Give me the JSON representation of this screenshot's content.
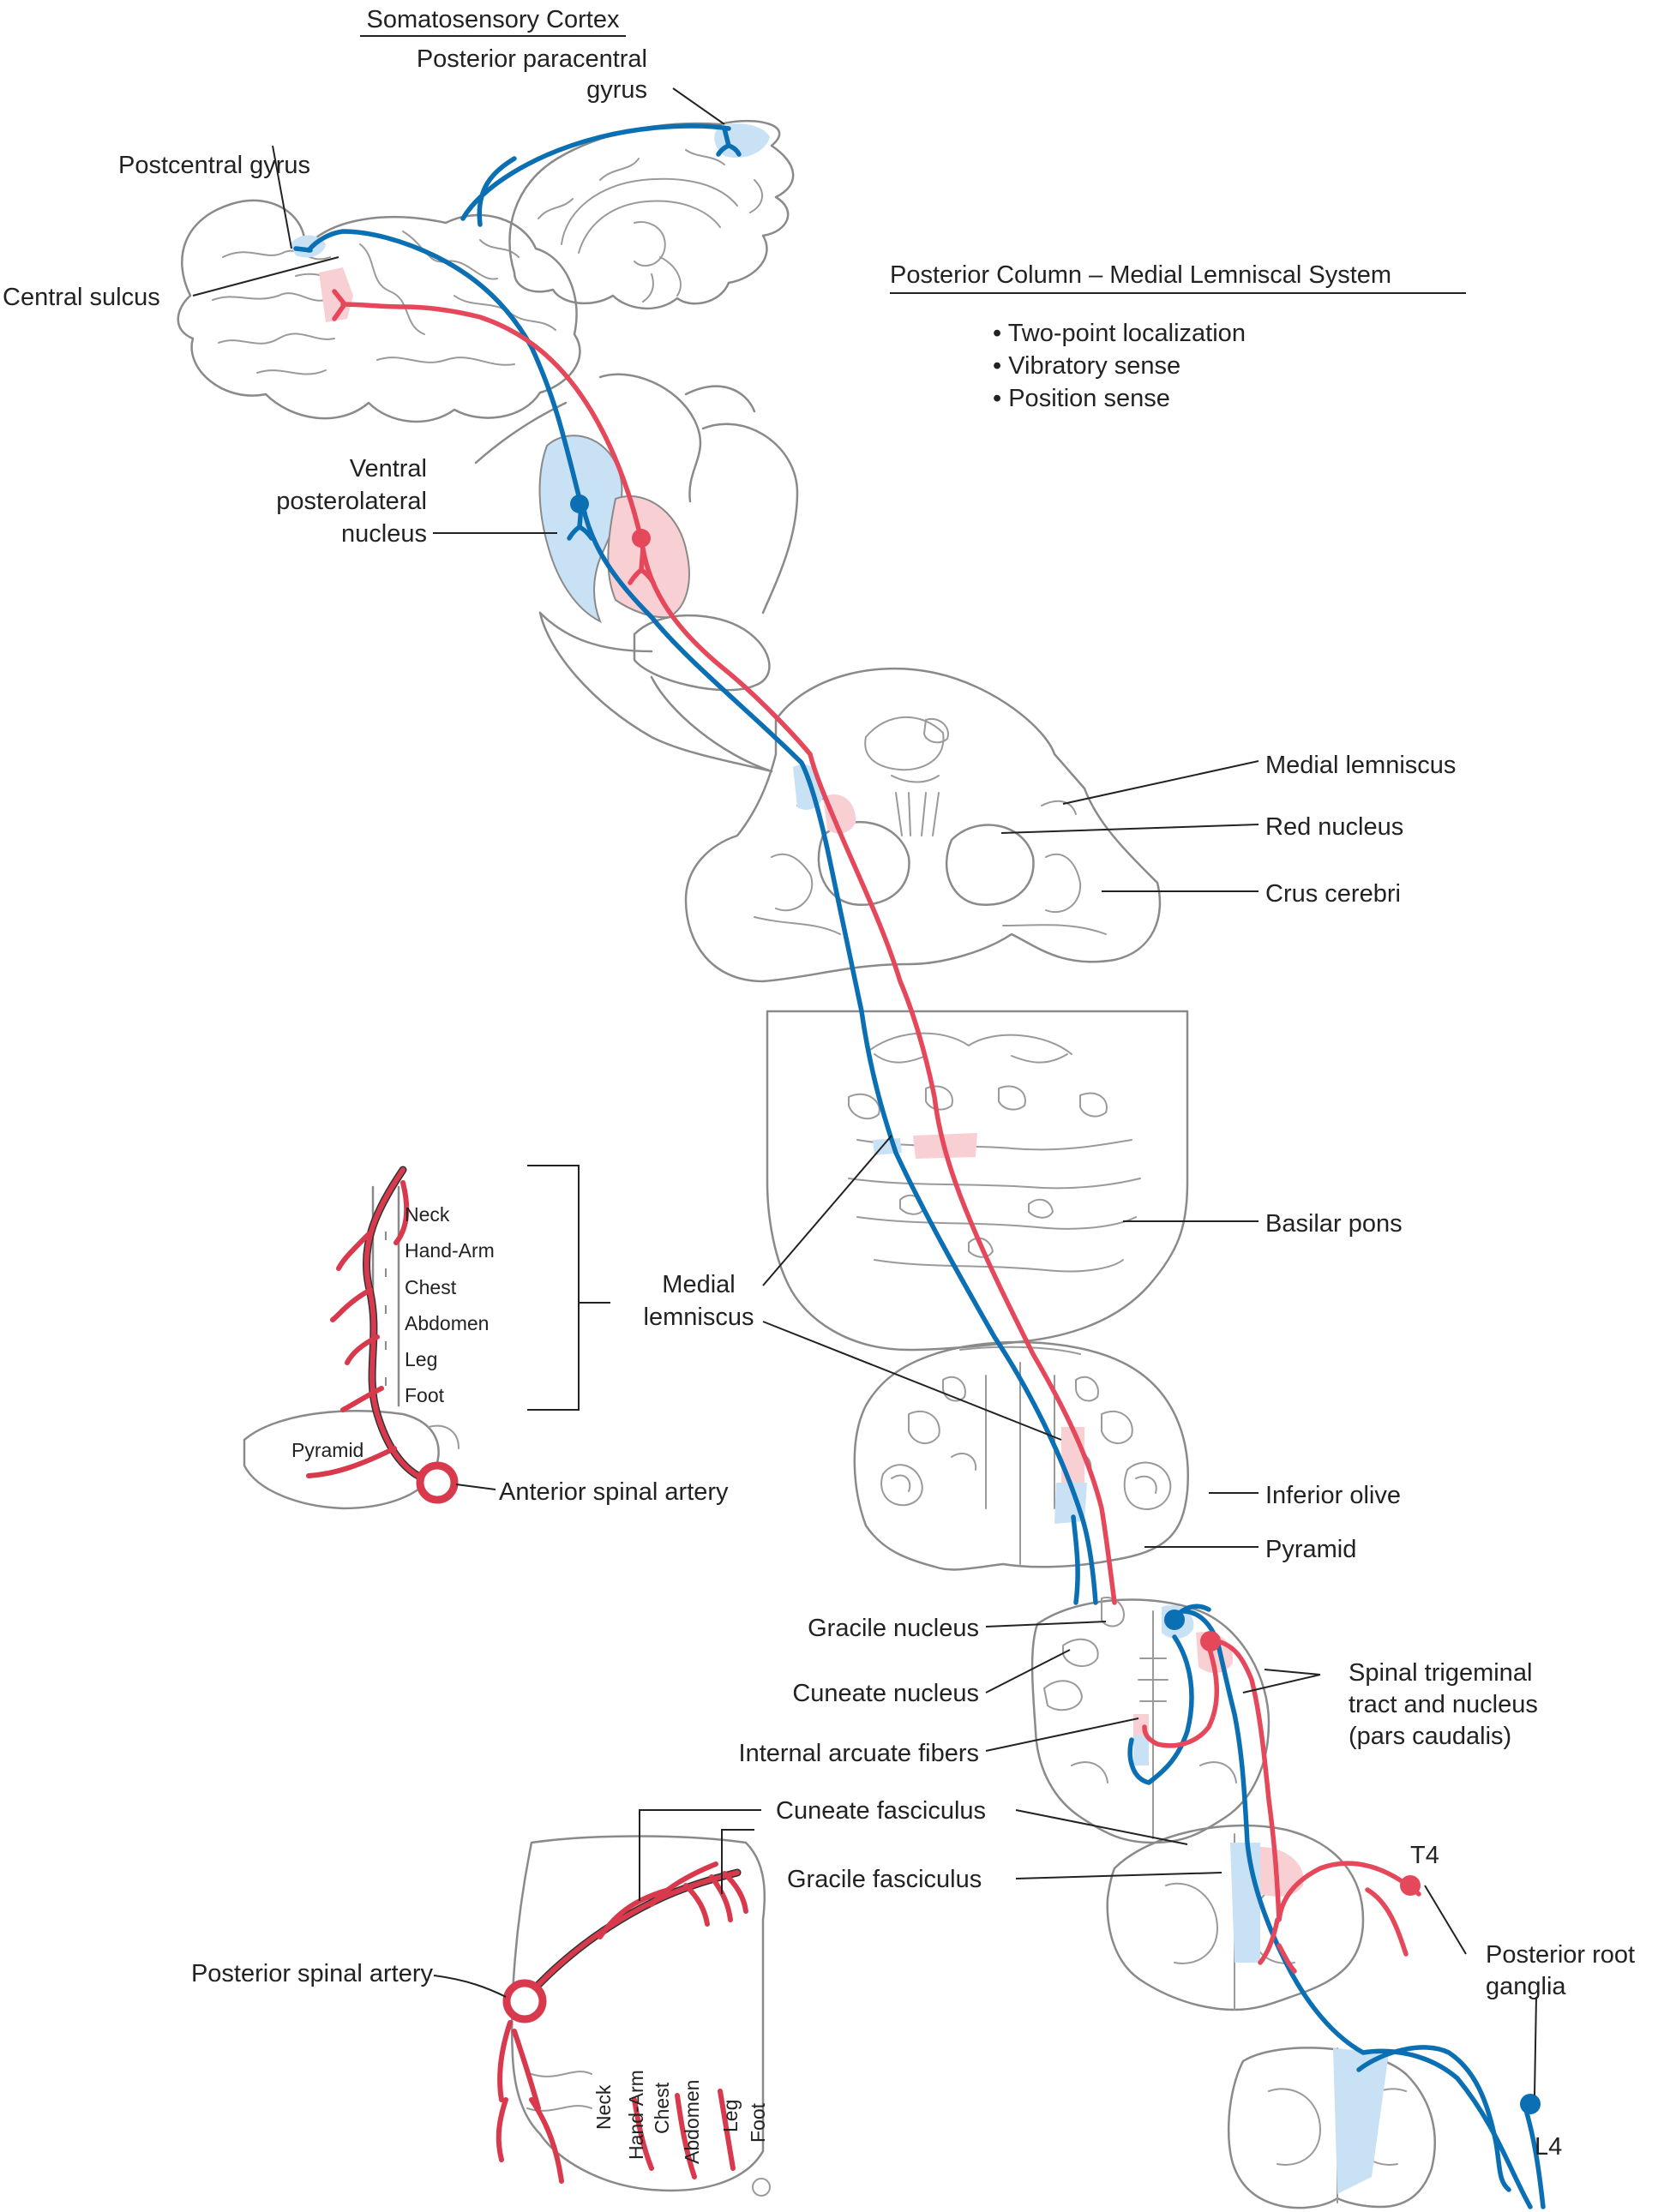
{
  "colors": {
    "blue_pathway": "#0b6fb4",
    "red_pathway": "#e5475b",
    "blue_region": "#c9e1f4",
    "red_region": "#f8d0d4",
    "artery": "#d8394c",
    "outline": "#8a8a8a",
    "text": "#222222"
  },
  "header": {
    "cortex_title": "Somatosensory Cortex",
    "paracentral_line1": "Posterior paracentral",
    "paracentral_line2": "gyrus"
  },
  "system": {
    "title": "Posterior Column – Medial Lemniscal System",
    "bullets": [
      "Two-point localization",
      "Vibratory sense",
      "Position sense"
    ]
  },
  "labels": {
    "postcentral_gyrus": "Postcentral gyrus",
    "central_sulcus": "Central sulcus",
    "vpl_line1": "Ventral",
    "vpl_line2": "posterolateral",
    "vpl_line3": "nucleus",
    "medial_lemniscus_mid": "Medial lemniscus",
    "red_nucleus": "Red nucleus",
    "crus_cerebri": "Crus cerebri",
    "basilar_pons": "Basilar pons",
    "medial_lemniscus_line1": "Medial",
    "medial_lemniscus_line2": "lemniscus",
    "inferior_olive": "Inferior olive",
    "pyramid": "Pyramid",
    "gracile_nucleus": "Gracile nucleus",
    "cuneate_nucleus": "Cuneate nucleus",
    "internal_arcuate": "Internal arcuate fibers",
    "spinal_trig_line1": "Spinal trigeminal",
    "spinal_trig_line2": "tract and nucleus",
    "spinal_trig_line3": "(pars caudalis)",
    "cuneate_fasciculus": "Cuneate fasciculus",
    "gracile_fasciculus": "Gracile fasciculus",
    "t4": "T4",
    "posterior_root_line1": "Posterior root",
    "posterior_root_line2": "ganglia",
    "l4": "L4",
    "anterior_spinal_artery": "Anterior spinal artery",
    "posterior_spinal_artery": "Posterior spinal artery",
    "pyramid_inset": "Pyramid"
  },
  "somatotopy_medulla": [
    "Neck",
    "Hand-Arm",
    "Chest",
    "Abdomen",
    "Leg",
    "Foot"
  ],
  "somatotopy_spinal": [
    "Neck",
    "Hand-Arm",
    "Chest",
    "Abdomen",
    "Leg",
    "Foot"
  ]
}
